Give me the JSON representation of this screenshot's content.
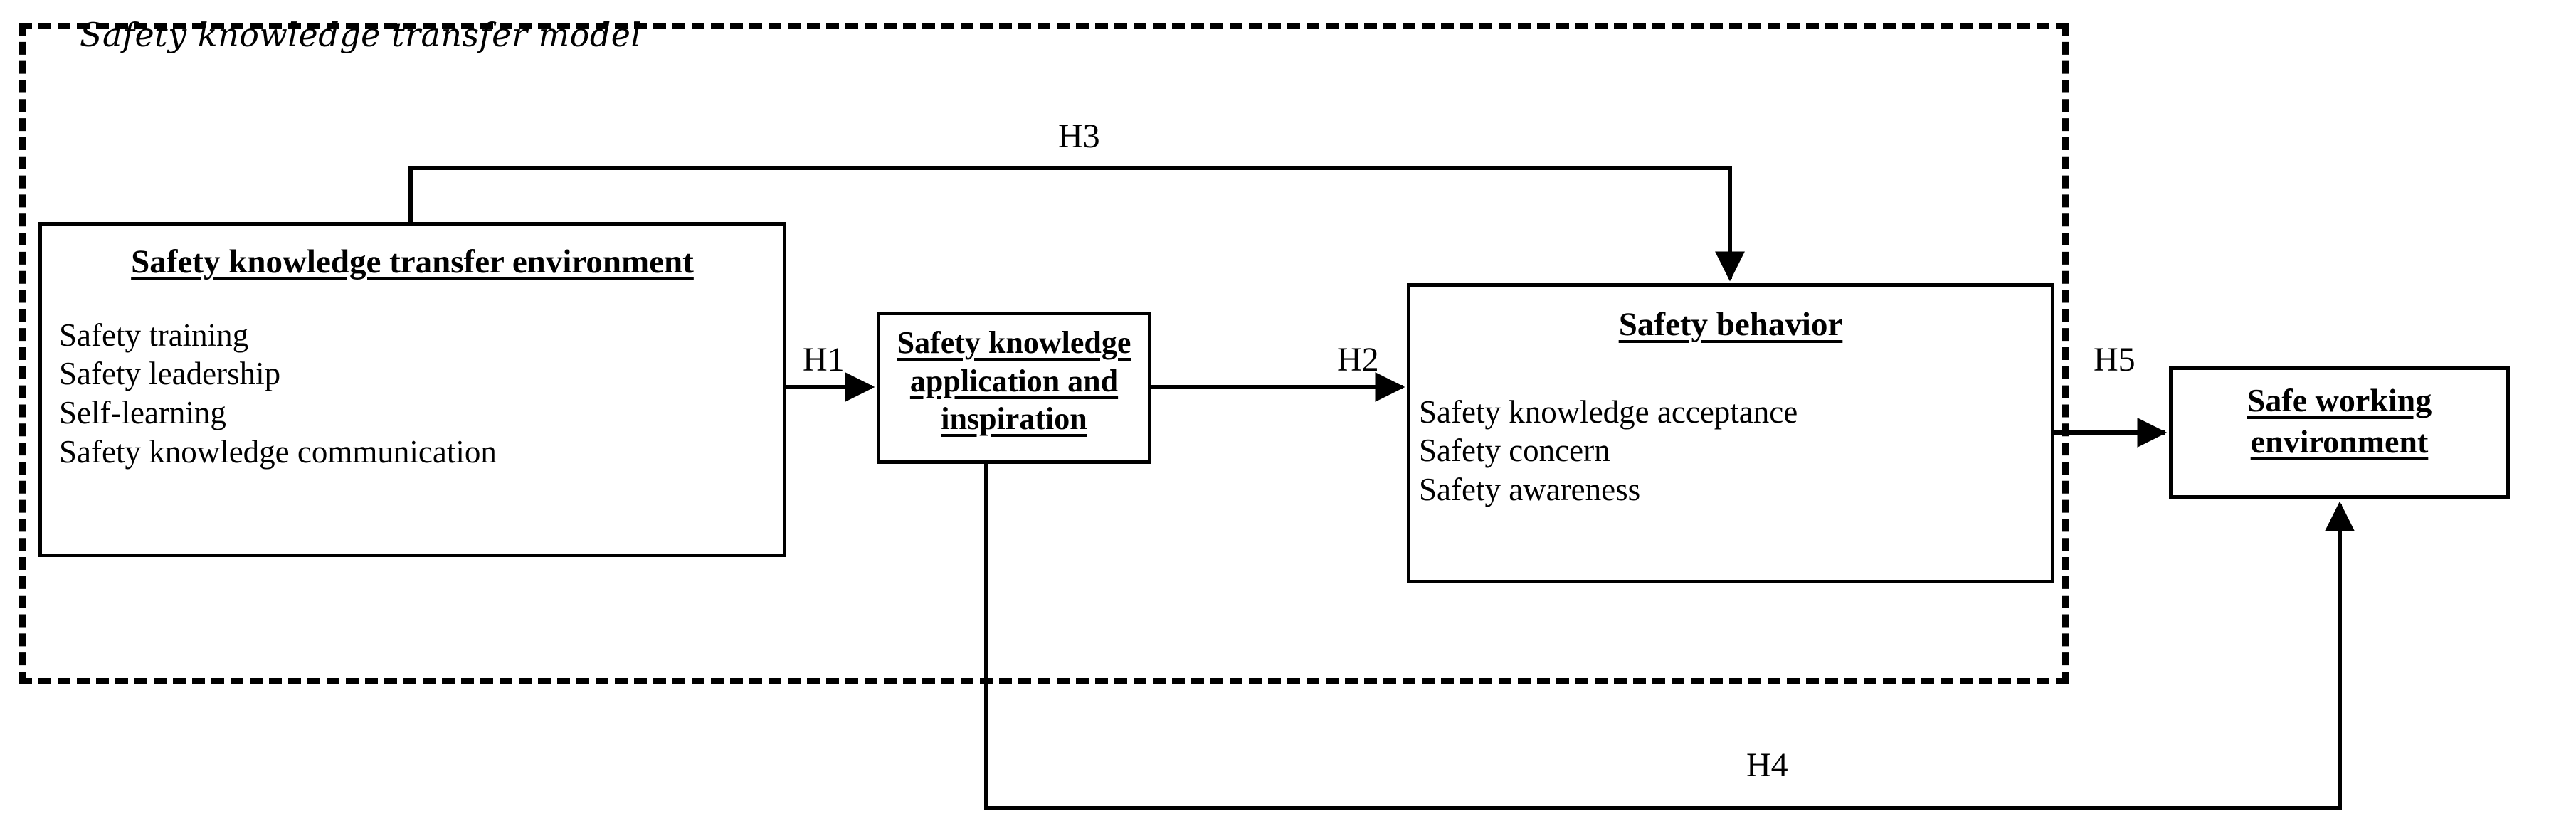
{
  "diagram": {
    "title": "Safety knowledge transfer model",
    "frame_style": "dashed",
    "line_color": "#000000",
    "background": "#ffffff"
  },
  "nodes": {
    "environment": {
      "title": "Safety knowledge transfer environment",
      "items": [
        "Safety training",
        "Safety leadership",
        "Self-learning",
        "Safety knowledge  communication"
      ]
    },
    "application": {
      "title": "Safety knowledge application  and inspiration",
      "items": []
    },
    "behavior": {
      "title": "Safety behavior",
      "items": [
        "Safety knowledge  acceptance",
        "Safety concern",
        "Safety awareness"
      ]
    },
    "safe_working": {
      "title": "Safe working environment",
      "items": []
    }
  },
  "edges": [
    {
      "id": "h1",
      "label": "H1",
      "from": "environment",
      "to": "application",
      "shape": "straight-right"
    },
    {
      "id": "h2",
      "label": "H2",
      "from": "application",
      "to": "behavior",
      "shape": "straight-right"
    },
    {
      "id": "h3",
      "label": "H3",
      "from": "environment",
      "to": "behavior",
      "shape": "over-top"
    },
    {
      "id": "h4",
      "label": "H4",
      "from": "application",
      "to": "safe_working",
      "shape": "under-bottom"
    },
    {
      "id": "h5",
      "label": "H5",
      "from": "behavior",
      "to": "safe_working",
      "shape": "straight-right"
    }
  ]
}
